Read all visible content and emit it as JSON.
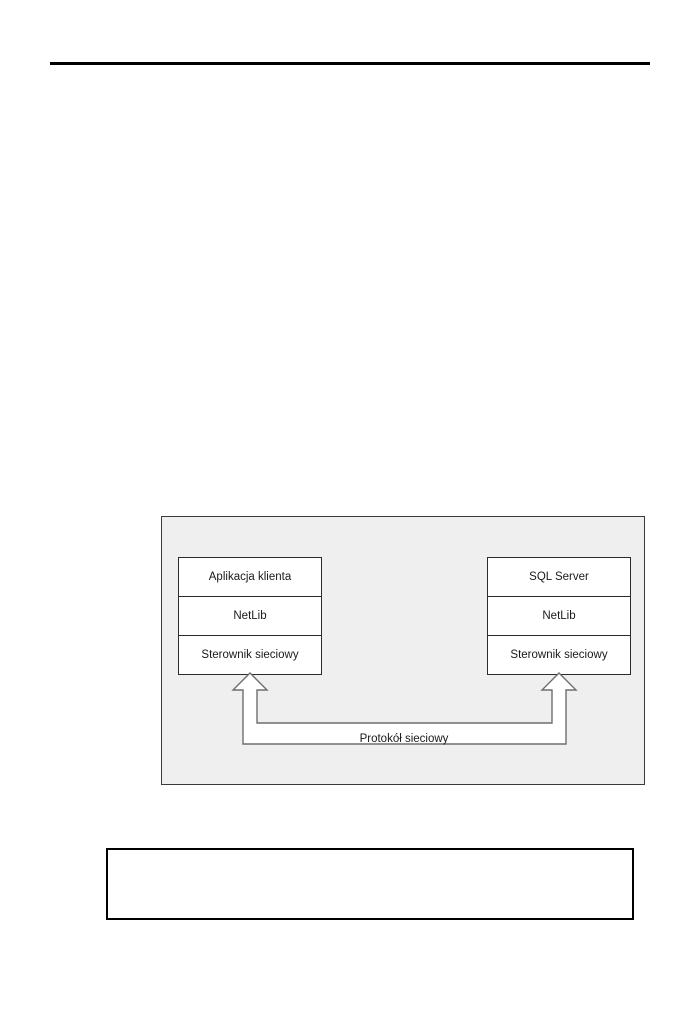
{
  "page": {
    "background_color": "#ffffff",
    "rule_color": "#000000"
  },
  "figure": {
    "panel_background": "#efefef",
    "panel_border_color": "#3a3a3a",
    "box_border_color": "#2b2b2b",
    "box_background": "#ffffff",
    "client_stack": {
      "name": "client-stack",
      "rows": [
        {
          "label": "Aplikacja klienta"
        },
        {
          "label": "NetLib"
        },
        {
          "label": "Sterownik sieciowy"
        }
      ]
    },
    "server_stack": {
      "name": "server-stack",
      "rows": [
        {
          "label": "SQL Server"
        },
        {
          "label": "NetLib"
        },
        {
          "label": "Sterownik sieciowy"
        }
      ]
    },
    "connector": {
      "label": "Protokół sieciowy",
      "icon": "double-headed-u-arrow",
      "stroke_color": "#6e6e6e",
      "fill_color": "#ffffff"
    }
  },
  "note_box": {
    "name": "note-box",
    "text": "",
    "border_color": "#000000"
  }
}
